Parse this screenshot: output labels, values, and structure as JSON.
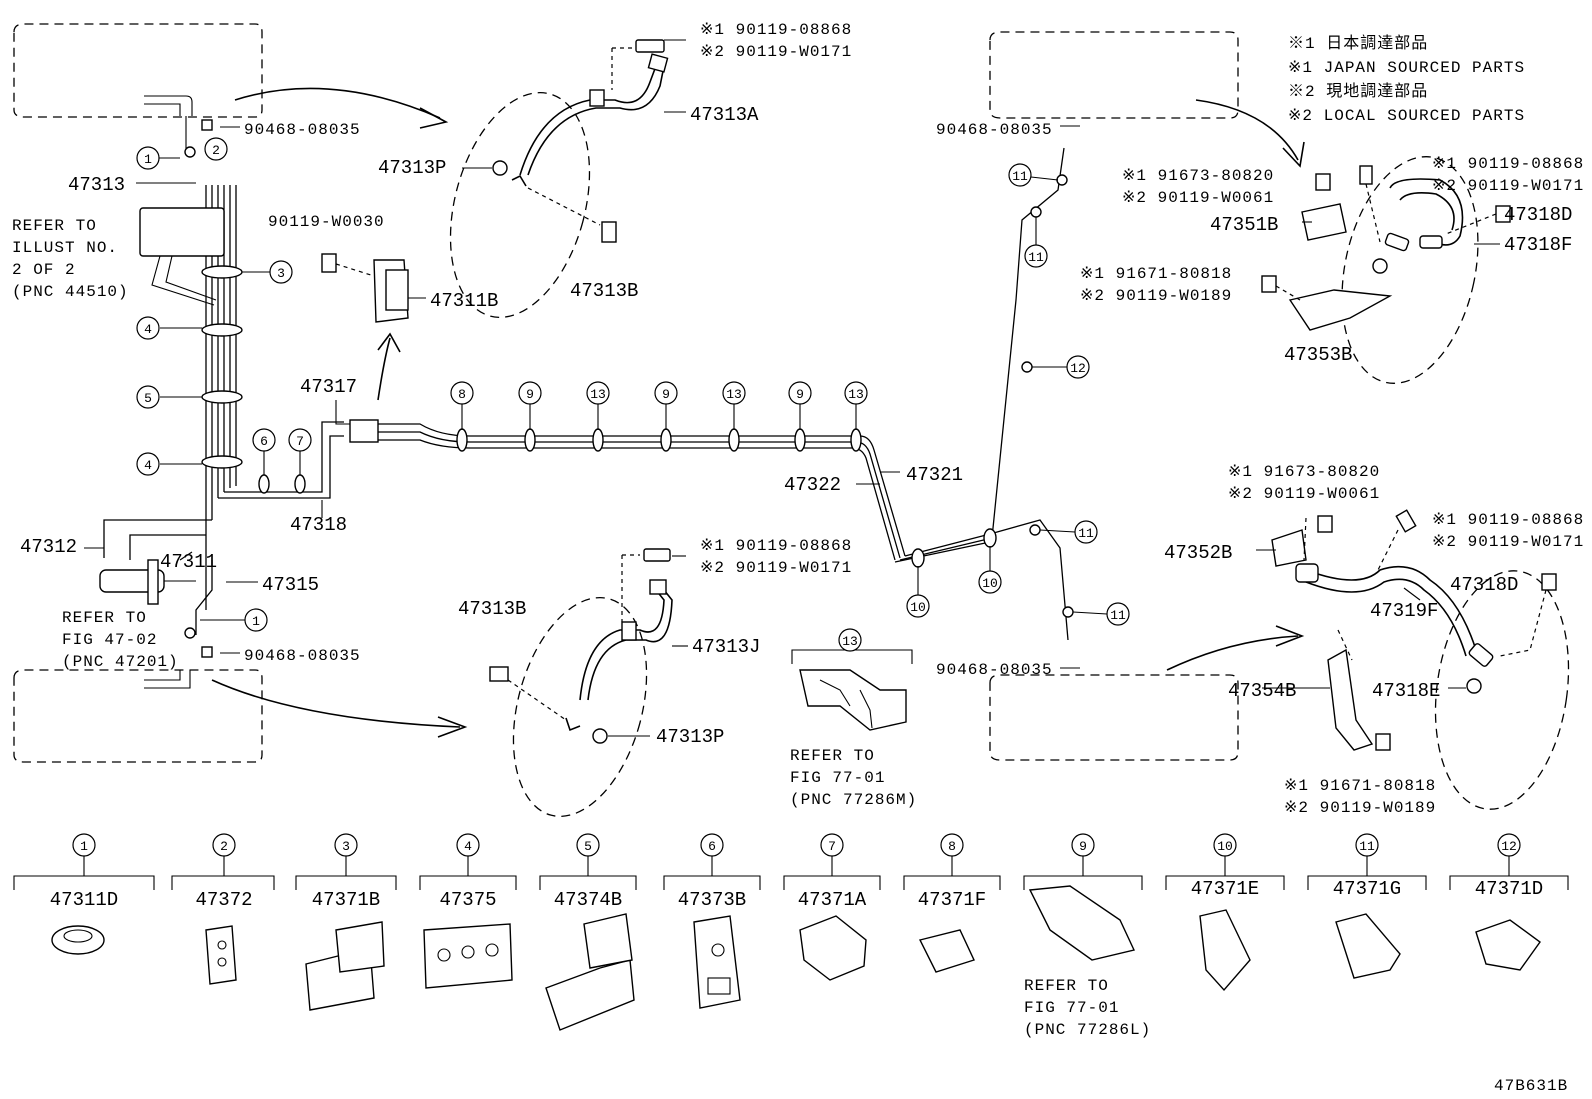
{
  "notes": {
    "line1": "※1 日本調達部品",
    "line2": "※1 JAPAN SOURCED PARTS",
    "line3": "※2 現地調達部品",
    "line4": "※2 LOCAL SOURCED PARTS"
  },
  "labels": {
    "p47313": "47313",
    "p47313a": "47313A",
    "p47313p_top": "47313P",
    "p47313b_top": "47313B",
    "p47311b": "47311B",
    "w0030": "90119-W0030",
    "bolt_top_1": "※1 90119-08868",
    "bolt_top_2": "※2 90119-W0171",
    "clip_top_left": "90468-08035",
    "refer_illust_1": "REFER TO",
    "refer_illust_2": "ILLUST NO.",
    "refer_illust_3": "2 OF 2",
    "refer_illust_4": "(PNC 44510)",
    "p47317": "47317",
    "p47318": "47318",
    "p47312": "47312",
    "p47311": "47311",
    "p47315": "47315",
    "refer_fig4702_1": "REFER TO",
    "refer_fig4702_2": "FIG 47-02",
    "refer_fig4702_3": "(PNC 47201)",
    "clip_bottom_left": "90468-08035",
    "p47313b_bot": "47313B",
    "bolt_mid_1": "※1 90119-08868",
    "bolt_mid_2": "※2 90119-W0171",
    "p47313j": "47313J",
    "p47313p_bot": "47313P",
    "refer_fig7701m_1": "REFER TO",
    "refer_fig7701m_2": "FIG 77-01",
    "refer_fig7701m_3": "(PNC 77286M)",
    "p47322": "47322",
    "p47321": "47321",
    "clip_top_right": "90468-08035",
    "clip_bottom_right": "90468-08035",
    "b1": "※1 91673-80820",
    "b2": "※2 90119-W0061",
    "p47351b": "47351B",
    "b3": "※1 91671-80818",
    "b4": "※2 90119-W0189",
    "p47353b": "47353B",
    "b5": "※1 90119-08868",
    "b6": "※2 90119-W0171",
    "p47318d_top": "47318D",
    "p47318f": "47318F",
    "b7": "※1 91673-80820",
    "b8": "※2 90119-W0061",
    "p47352b": "47352B",
    "b9": "※1 90119-08868",
    "b10": "※2 90119-W0171",
    "p47318d_bot": "47318D",
    "p47319f": "47319F",
    "p47318e": "47318E",
    "p47354b": "47354B",
    "b11": "※1 91671-80818",
    "b12": "※2 90119-W0189",
    "fig_code": "47B631B"
  },
  "callout_numbers": {
    "c1": "1",
    "c2": "2",
    "c3": "3",
    "c4": "4",
    "c5": "5",
    "c6": "6",
    "c7": "7",
    "c8": "8",
    "c9": "9",
    "c10": "10",
    "c11": "11",
    "c12": "12",
    "c13": "13"
  },
  "legend": [
    {
      "num": "1",
      "part": "47311D"
    },
    {
      "num": "2",
      "part": "47372"
    },
    {
      "num": "3",
      "part": "47371B"
    },
    {
      "num": "4",
      "part": "47375"
    },
    {
      "num": "5",
      "part": "47374B"
    },
    {
      "num": "6",
      "part": "47373B"
    },
    {
      "num": "7",
      "part": "47371A"
    },
    {
      "num": "8",
      "part": "47371F"
    },
    {
      "num": "9",
      "part": "",
      "refer1": "REFER TO",
      "refer2": "FIG 77-01",
      "refer3": "(PNC 77286L)"
    },
    {
      "num": "10",
      "part": "47371E"
    },
    {
      "num": "11",
      "part": "47371G"
    },
    {
      "num": "12",
      "part": "47371D"
    }
  ]
}
